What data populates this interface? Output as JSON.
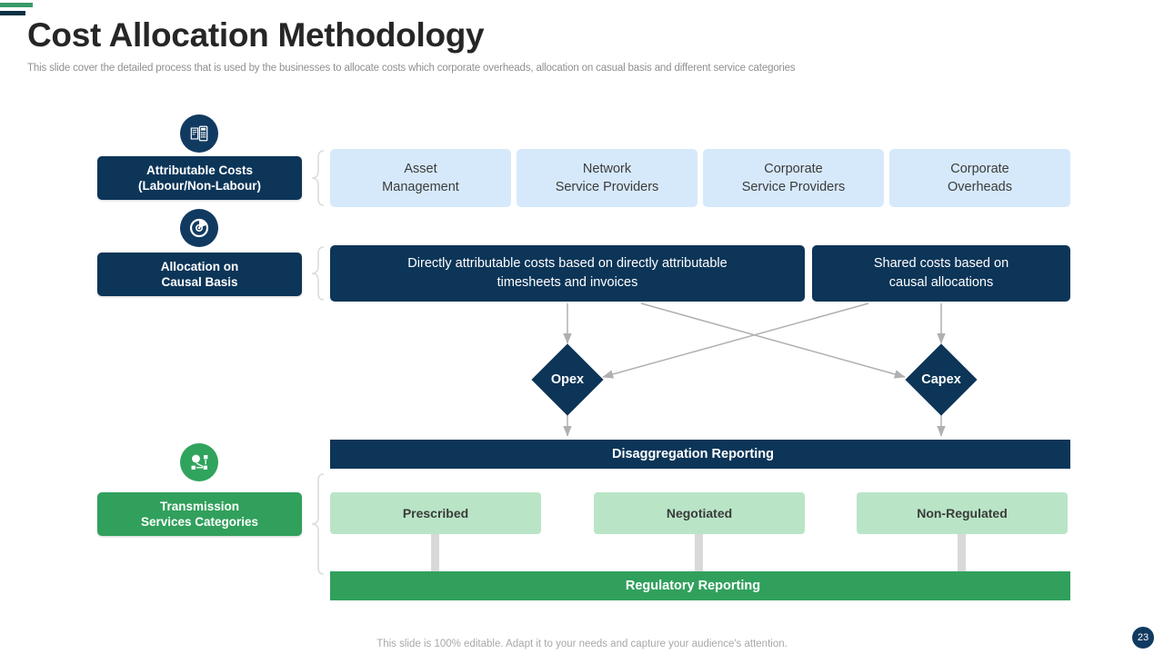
{
  "header": {
    "title": "Cost Allocation Methodology",
    "subtitle": "This slide cover the detailed process that is used by the businesses to allocate costs which corporate overheads, allocation on casual basis and different service categories"
  },
  "rail": [
    {
      "icon": "calculator-invoice-icon",
      "label_line1": "Attributable Costs",
      "label_line2": "(Labour/Non-Labour)",
      "color": "#0c3558"
    },
    {
      "icon": "pie-chart-allocation-icon",
      "label_line1": "Allocation  on",
      "label_line2": "Causal Basis",
      "color": "#0c3558"
    },
    {
      "icon": "network-distribution-icon",
      "label_line1": "Transmission",
      "label_line2": "Services Categories",
      "color": "#31a05c"
    }
  ],
  "row_attributable_costs": [
    {
      "line1": "Asset",
      "line2": "Management"
    },
    {
      "line1": "Network",
      "line2": "Service Providers"
    },
    {
      "line1": "Corporate",
      "line2": "Service Providers"
    },
    {
      "line1": "Corporate",
      "line2": "Overheads"
    }
  ],
  "row_causal_basis": [
    {
      "line1": "Directly attributable costs based on directly attributable",
      "line2": "timesheets and invoices"
    },
    {
      "line1": "Shared costs based on",
      "line2": "causal allocations"
    }
  ],
  "diamonds": [
    {
      "label": "Opex"
    },
    {
      "label": "Capex"
    }
  ],
  "disaggregation_bar": {
    "label": "Disaggregation Reporting"
  },
  "row_service_categories": [
    {
      "label": "Prescribed"
    },
    {
      "label": "Negotiated"
    },
    {
      "label": "Non-Regulated"
    }
  ],
  "regulatory_bar": {
    "label": "Regulatory Reporting"
  },
  "footer": {
    "note": "This slide is 100% editable. Adapt it to your needs and capture your audience's attention.",
    "page_number": "23"
  },
  "colors": {
    "navy": "#0c3558",
    "green": "#31a05c",
    "light_blue": "#d6e9fb",
    "light_green": "#b9e5c6",
    "arrow_gray": "#b0b0b0"
  }
}
